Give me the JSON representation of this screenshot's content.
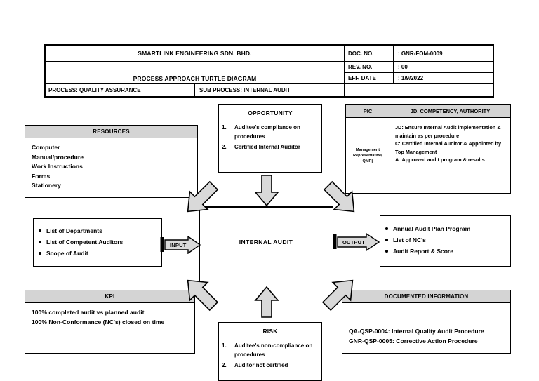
{
  "header": {
    "company": "SMARTLINK ENGINEERING SDN. BHD.",
    "diagram_title": "PROCESS APPROACH TURTLE DIAGRAM",
    "doc_no_label": "DOC. NO.",
    "doc_no_value": ": GNR-FOM-0009",
    "rev_no_label": "REV. NO.",
    "rev_no_value": ": 00",
    "eff_date_label": "EFF. DATE",
    "eff_date_value": ": 1/9/2022",
    "process": "PROCESS: QUALITY ASSURANCE",
    "sub_process": "SUB PROCESS: INTERNAL AUDIT"
  },
  "resources": {
    "title": "RESOURCES",
    "items": [
      "Computer",
      "Manual/procedure",
      "Work Instructions",
      "Forms",
      "Stationery"
    ]
  },
  "opportunity": {
    "title": "OPPORTUNITY",
    "items": [
      "Auditee's compliance on procedures",
      "Certified Internal Auditor"
    ]
  },
  "pic": {
    "col1_header": "PIC",
    "col2_header": "JD, COMPETENCY, AUTHORITY",
    "person": "Management Representative( QMR)",
    "lines": [
      "JD: Ensure Internal Audit implementation & maintain as per procedure",
      "C: Certified Internal Auditor & Appointed by Top Management",
      "A: Approved audit program & results"
    ]
  },
  "input": {
    "arrow_label": "INPUT",
    "items": [
      "List of Departments",
      "List of Competent Auditors",
      "Scope of Audit"
    ]
  },
  "output": {
    "arrow_label": "OUTPUT",
    "items": [
      "Annual Audit Plan Program",
      "List of NC's",
      "Audit Report & Score"
    ]
  },
  "center": {
    "label": "INTERNAL AUDIT"
  },
  "kpi": {
    "title": "KPI",
    "lines": [
      "100% completed audit vs planned audit",
      "100% Non-Conformance (NC's) closed on time"
    ]
  },
  "documented_information": {
    "title": "DOCUMENTED INFORMATION",
    "lines": [
      "QA-QSP-0004: Internal Quality Audit Procedure",
      "GNR-QSP-0005: Corrective Action Procedure"
    ]
  },
  "risk": {
    "title": "RISK",
    "items": [
      "Auditee's non-compliance on procedures",
      "Auditor not certified"
    ]
  },
  "style": {
    "header_fill": "#d4d4d4",
    "arrow_fill": "#d9d9d9",
    "line_color": "#000000"
  }
}
